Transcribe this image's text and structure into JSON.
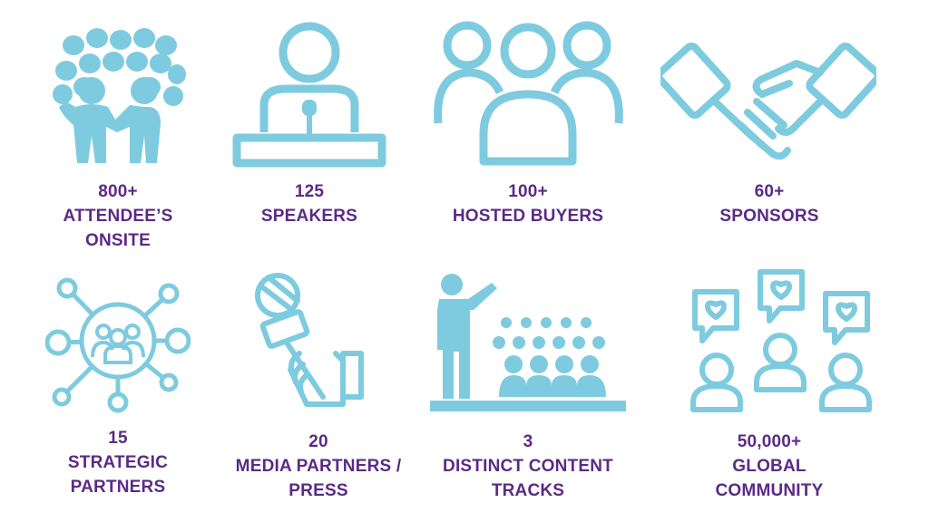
{
  "colors": {
    "icon": "#7ecbdf",
    "text": "#5b2a86",
    "background": "#ffffff"
  },
  "stats": [
    {
      "icon": "crowd-icon",
      "lines": [
        "800+",
        "ATTENDEE’S",
        "ONSITE"
      ]
    },
    {
      "icon": "speaker-podium-icon",
      "lines": [
        "125",
        "SPEAKERS"
      ]
    },
    {
      "icon": "group-icon",
      "lines": [
        "100+",
        "HOSTED BUYERS"
      ]
    },
    {
      "icon": "handshake-icon",
      "lines": [
        "60+",
        "SPONSORS"
      ]
    },
    {
      "icon": "network-icon",
      "lines": [
        "15",
        "STRATEGIC",
        "PARTNERS"
      ]
    },
    {
      "icon": "microphone-hand-icon",
      "lines": [
        "20",
        "MEDIA PARTNERS /",
        "PRESS"
      ]
    },
    {
      "icon": "presenter-audience-icon",
      "lines": [
        "3",
        "DISTINCT CONTENT",
        "TRACKS"
      ]
    },
    {
      "icon": "community-hearts-icon",
      "lines": [
        "50,000+",
        "GLOBAL",
        "COMMUNITY"
      ]
    }
  ]
}
